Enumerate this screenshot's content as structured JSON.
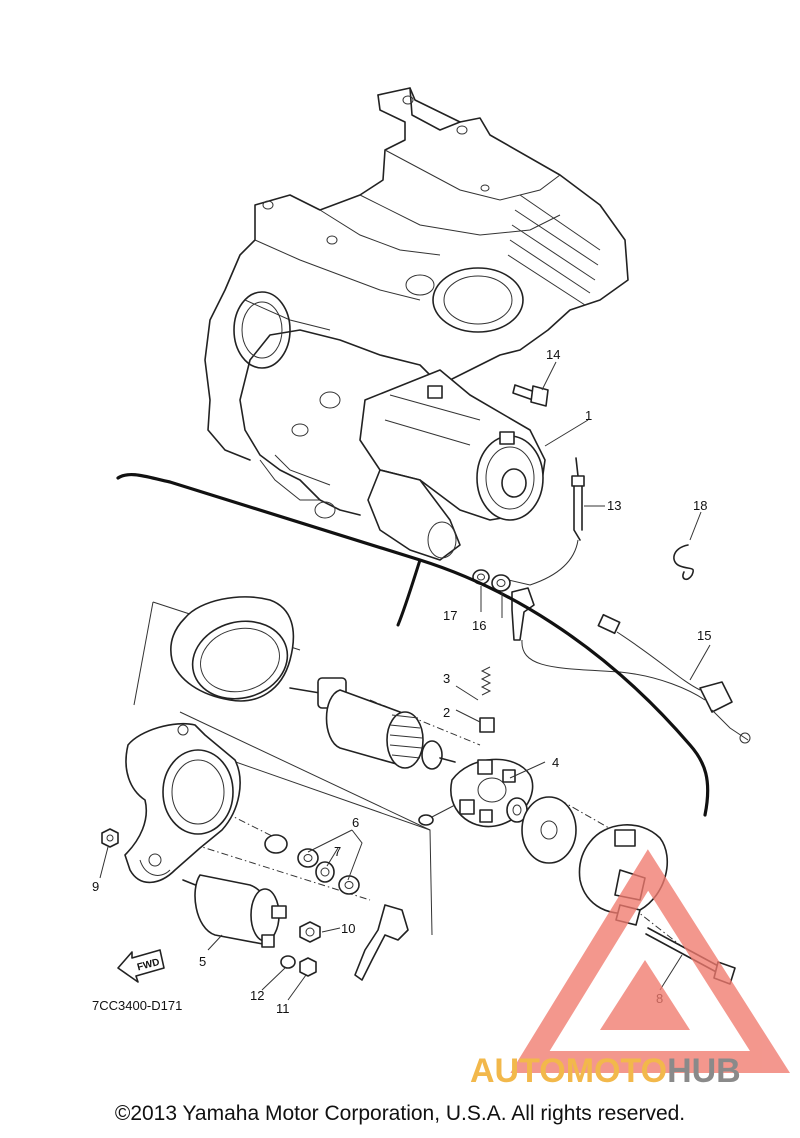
{
  "diagram": {
    "drawing_code": "7CC3400-D171",
    "fwd_label": "FWD",
    "callouts": [
      "1",
      "2",
      "3",
      "4",
      "5",
      "6",
      "7",
      "8",
      "9",
      "10",
      "11",
      "12",
      "13",
      "14",
      "15",
      "16",
      "17",
      "18"
    ]
  },
  "watermark": {
    "part_a": "AUTOMOTO",
    "part_b": "HUB",
    "color_a": "#f2b84b",
    "color_b": "#8a8a8a",
    "logo_color": "#f07a6e"
  },
  "footer": {
    "copyright": "©2013 Yamaha Motor Corporation, U.S.A. All rights reserved."
  }
}
